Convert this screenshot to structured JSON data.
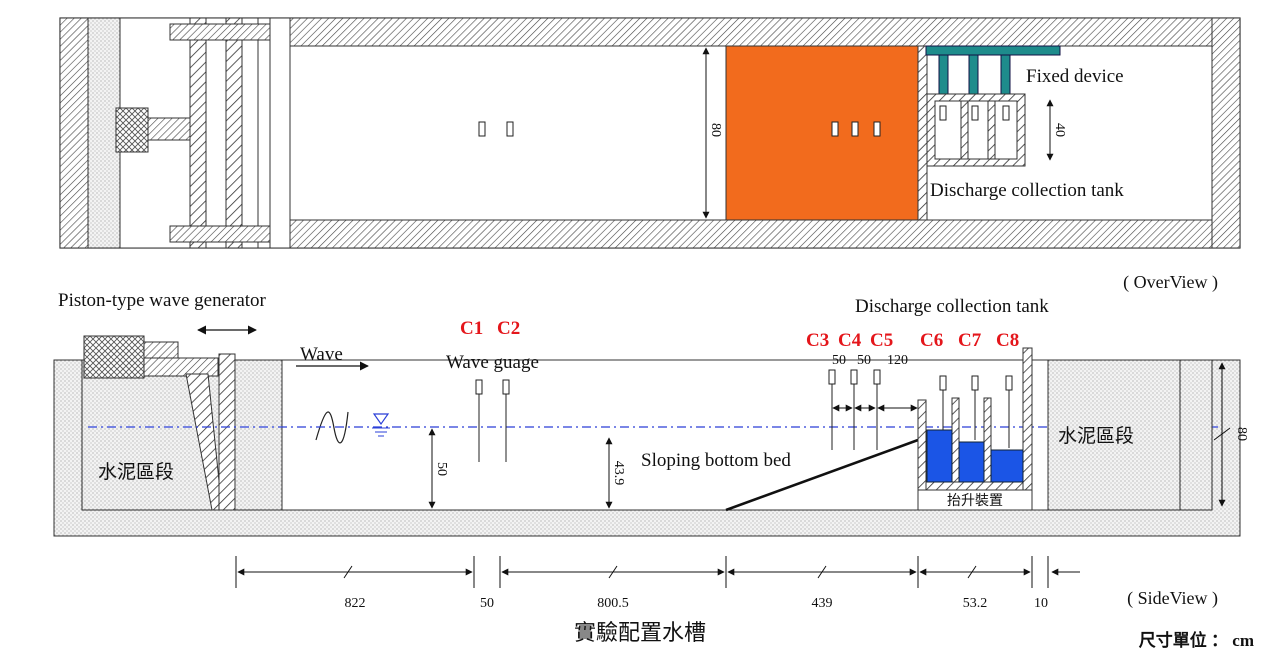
{
  "overview": {
    "fixed_device": "Fixed device",
    "discharge_tank": "Discharge collection tank",
    "width_dim": "80",
    "tank_dim": "40",
    "view_label": "( OverView )"
  },
  "sideview": {
    "generator_label": "Piston-type wave generator",
    "discharge_tank": "Discharge collection tank",
    "wave_label": "Wave",
    "gauge_label": "Wave guage",
    "gauges": [
      "C1",
      "C2",
      "C3",
      "C4",
      "C5",
      "C6",
      "C7",
      "C8"
    ],
    "spacing": [
      "50",
      "50",
      "120"
    ],
    "sloping_label": "Sloping bottom bed",
    "cement_left": "水泥區段",
    "cement_right": "水泥區段",
    "lift_device": "抬升裝置",
    "depth_50": "50",
    "depth_439": "43.9",
    "height_80": "80",
    "view_label": "( SideView )"
  },
  "dimensions": [
    "822",
    "50",
    "800.5",
    "439",
    "53.2",
    "10"
  ],
  "title": "實驗配置水槽",
  "units": "尺寸單位 ： cm",
  "colors": {
    "orange": "#f26b1d",
    "blue_water": "#1b55e6",
    "teal": "#1e8c8c",
    "red_label": "#e4161b",
    "waterline": "#2a3fd8"
  }
}
